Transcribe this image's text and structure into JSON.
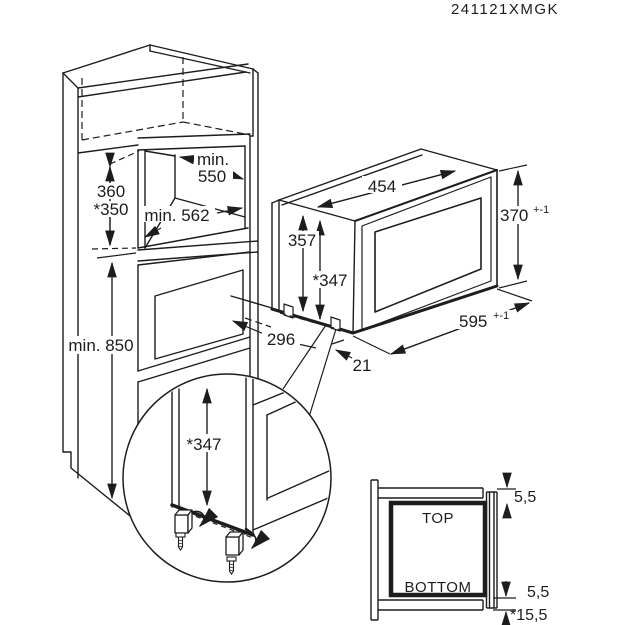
{
  "title": "241121XMGK",
  "colors": {
    "line": "#1d1d1d",
    "background": "#ffffff"
  },
  "cabinet": {
    "niche_width_line1": "min.",
    "niche_width_line2": "550",
    "niche_depth": "min. 562",
    "niche_height": "360",
    "niche_height_alt": "*350",
    "min_height": "min. 850",
    "door_height": "296"
  },
  "oven": {
    "top_width": "454",
    "height": "357",
    "height_alt": "*347",
    "front_height": "370",
    "front_height_tol": "+-1",
    "front_width": "595",
    "front_width_tol": "+-1",
    "side_gap": "21"
  },
  "detail": {
    "height_alt": "*347"
  },
  "section": {
    "top_label": "TOP",
    "bottom_label": "BOTTOM",
    "gap_top": "5,5",
    "gap_bottom": "5,5",
    "offset_bottom": "*15,5"
  }
}
